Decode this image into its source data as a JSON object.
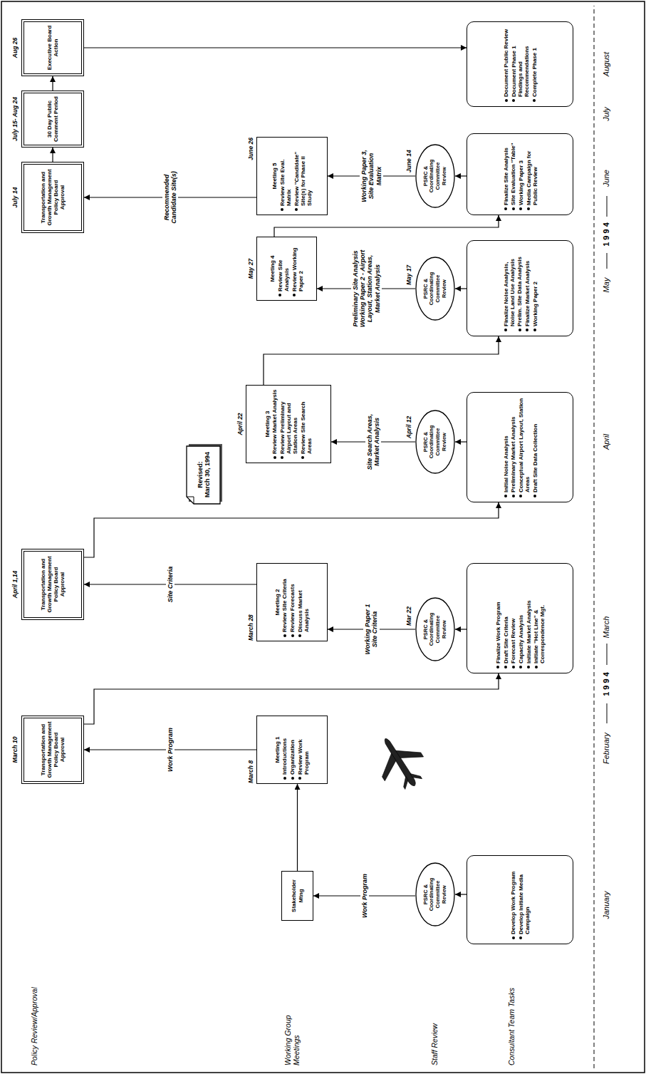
{
  "diagram": {
    "nodes": [
      {
        "text": [
          "March 10",
          "Transportation and Growth Management Policy Board Approval"
        ]
      },
      {
        "text": [
          "April 1,14",
          "Transportation and Growth Management Policy Board Approval"
        ]
      },
      {
        "text": [
          "July 14",
          "Transportation and Growth Management Policy Board Approval"
        ]
      },
      {
        "text": [
          "July 15- Aug 24",
          "30 Day Public Comment Period"
        ]
      },
      {
        "text": [
          "Aug 26",
          "Executive Board Action"
        ]
      },
      {
        "text": [
          "Stakeholder Mtng"
        ]
      },
      {
        "text": [
          "March 8",
          "Meeting 1",
          "Introductions",
          "Organization",
          "Review Work Program"
        ]
      },
      {
        "text": [
          "March 28",
          "Meeting 2",
          "Review Site Criteria",
          "Review Forecasts",
          "Discuss Market Analysis"
        ]
      },
      {
        "text": [
          "April 22",
          "Meeting 3",
          "Review Market Analysis",
          "Review Preliminary Airport Layout and Station Areas",
          "Review Site Search Areas"
        ]
      },
      {
        "text": [
          "May 27",
          "Meeting 4",
          "Review Site Analysis",
          "Review Working Paper 2"
        ]
      },
      {
        "text": [
          "June 26",
          "Meeting 5",
          "Review Site Eval. Matrix",
          "Review \"Candidate\" Site(s) for Phase II Study"
        ]
      },
      {
        "text": [
          "PSRC & Coordinating Committee Review"
        ]
      },
      {
        "text": [
          "Mar 22",
          "PSRC & Coordinating Committee Review"
        ]
      },
      {
        "text": [
          "April 12",
          "PSRC & Coordinating Committee Review"
        ]
      },
      {
        "text": [
          "May 17",
          "PSRC & Coordinating Committee Review"
        ]
      },
      {
        "text": [
          "June 14",
          "PSRC & Coordinating Committee Review"
        ]
      },
      {
        "text": [
          "Develop Work Program",
          "Develop Initiate Media Campaign"
        ]
      },
      {
        "text": [
          "Finalize Work Program",
          "Draft Site Criteria",
          "Forecast Review",
          "Capacity Analysis",
          "Initiate Market Analysis",
          "Initiate \"Hot Line\" & Correspondence Mgt."
        ]
      },
      {
        "text": [
          "Initial Noise Analysis",
          "Preliminary Market Analysis",
          "Conceptual Airport Layout, Station Areas",
          "Draft Site Data Collection"
        ]
      },
      {
        "text": [
          "Finalize Noise Analysis, Noise Land Use Analysis",
          "Prelim. Site Data Analysis",
          "Finalize Market Analysis",
          "Working Paper 2"
        ]
      },
      {
        "text": [
          "Finalize Site Analysis",
          "Site Evaluation \"Table\"",
          "Working Paper 3",
          "Media Campaign for Public Review"
        ]
      },
      {
        "text": [
          "Document Public Review",
          "Document Phase 1 Findings and Recommendations",
          "Complete Phase 1"
        ]
      },
      {
        "text": [
          "Revised: March 30, 1994"
        ]
      }
    ],
    "edges": [
      {
        "from": 16,
        "to": 11,
        "arrow": "to"
      },
      {
        "from": 11,
        "to": 5,
        "label": "Work Program",
        "arrow": "to"
      },
      {
        "from": 5,
        "to": 6,
        "arrow": "to"
      },
      {
        "from": 6,
        "to": 0,
        "label": "Work Program",
        "arrow": "to"
      },
      {
        "from": 0,
        "to": 17,
        "arrow": "to"
      },
      {
        "from": 17,
        "to": 12,
        "arrow": "to"
      },
      {
        "from": 12,
        "to": 7,
        "label": "Working Paper 1 Site Criteria",
        "arrow": "to"
      },
      {
        "from": 7,
        "to": 1,
        "label": "Site Criteria",
        "arrow": "to"
      },
      {
        "from": 1,
        "to": 18,
        "arrow": "to"
      },
      {
        "from": 18,
        "to": 13,
        "arrow": "to"
      },
      {
        "from": 13,
        "to": 8,
        "label": "Site Search Areas, Market Analysis",
        "arrow": "to"
      },
      {
        "from": 8,
        "to": 19,
        "arrow": "to"
      },
      {
        "from": 19,
        "to": 14,
        "arrow": "to"
      },
      {
        "from": 14,
        "to": 9,
        "label": "Preliminary Site Analysis Working Paper 2 - Airport Layout, Station Areas, Market Analysis",
        "arrow": "to"
      },
      {
        "from": 9,
        "to": 20,
        "arrow": "to"
      },
      {
        "from": 20,
        "to": 15,
        "arrow": "to"
      },
      {
        "from": 15,
        "to": 10,
        "label": "Working Paper 3, Site Evaluation Matrix",
        "arrow": "to"
      },
      {
        "from": 10,
        "to": 2,
        "label": "Recommended Candidate Site(s)",
        "arrow": "to"
      },
      {
        "from": 2,
        "to": 3,
        "arrow": "to"
      },
      {
        "from": 3,
        "to": 4,
        "arrow": "to"
      },
      {
        "from": 4,
        "to": 21,
        "arrow": "to"
      }
    ],
    "labels": [
      "Policy Review/Approval",
      "Working Group Meetings",
      "Staff Review",
      "Consultant Team Tasks",
      "January",
      "February",
      "March",
      "April",
      "May",
      "June",
      "July",
      "August",
      "1 9 9 4",
      "1 9 9 4"
    ]
  }
}
